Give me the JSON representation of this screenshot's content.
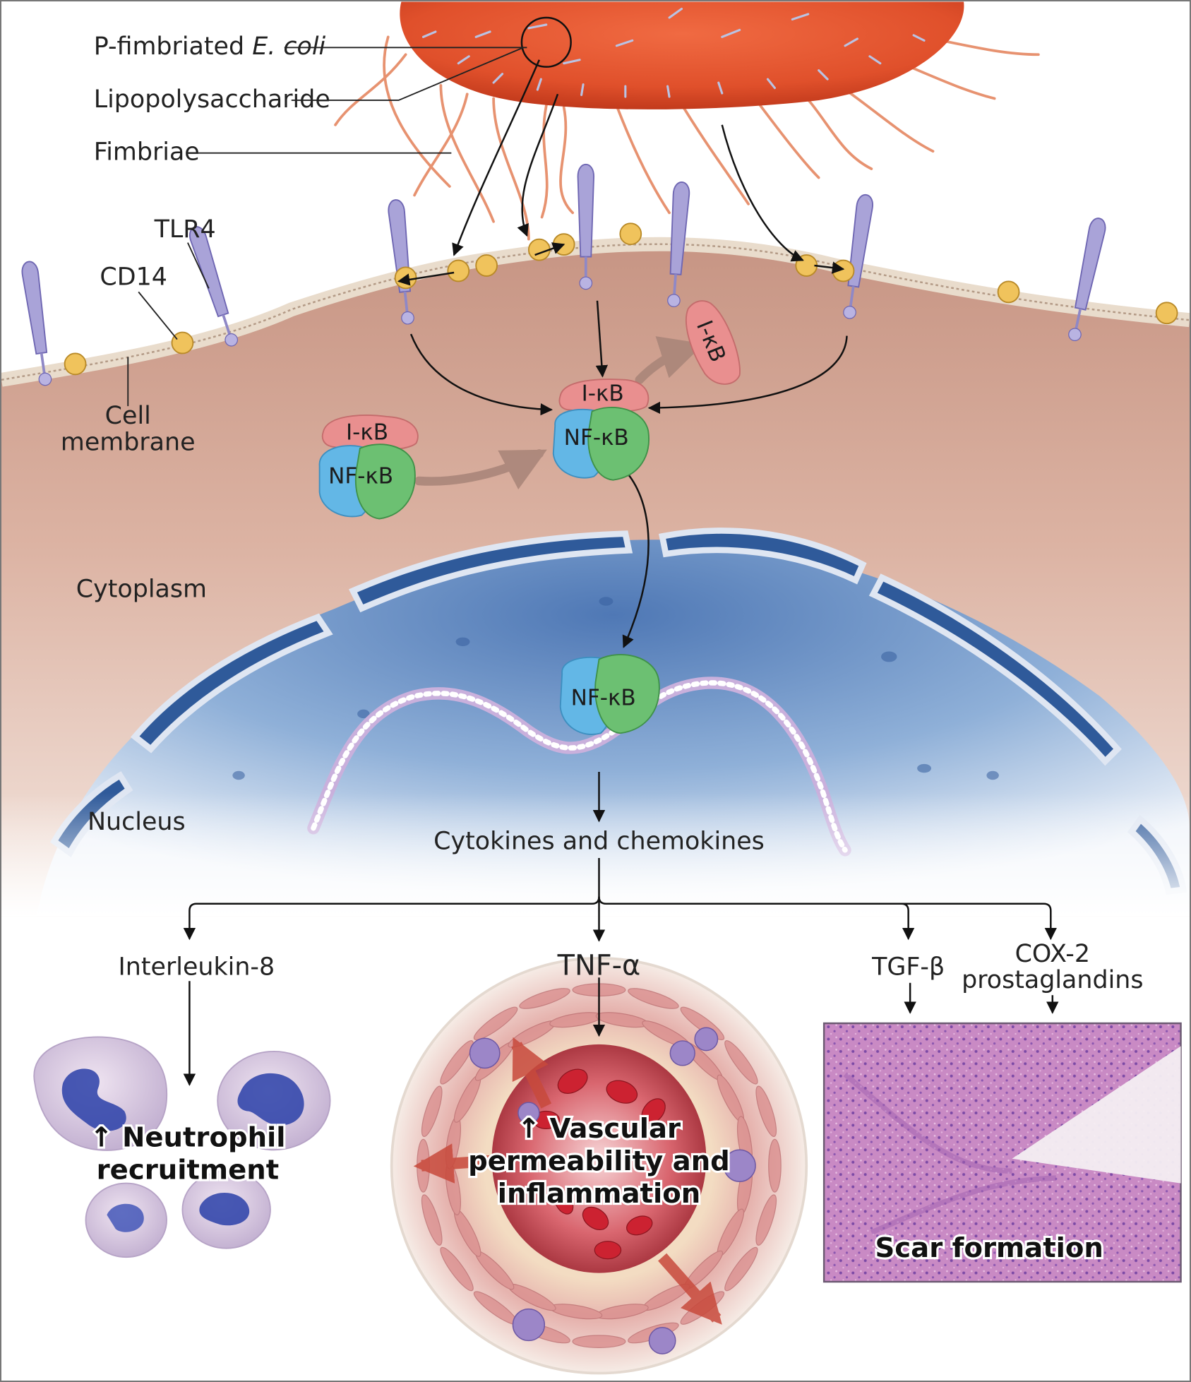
{
  "labels": {
    "bacterium": {
      "prefix": "P-fimbriated ",
      "italic": "E. coli"
    },
    "lps": "Lipopolysaccharide",
    "fimbriae": "Fimbriae",
    "tlr4": "TLR4",
    "cd14": "CD14",
    "cell_membrane": [
      "Cell",
      "membrane"
    ],
    "cytoplasm": "Cytoplasm",
    "nucleus": "Nucleus",
    "ikb": "I-κB",
    "nfkb": "NF-κB",
    "cytokines": "Cytokines and chemokines",
    "il8": "Interleukin-8",
    "tnf": "TNF-α",
    "tgf": "TGF-β",
    "cox": [
      "COX-2",
      "prostaglandins"
    ],
    "neutrophil": [
      "↑ Neutrophil",
      "recruitment"
    ],
    "vascular": [
      "↑ Vascular",
      "permeability and",
      "inflammation"
    ],
    "scar": "Scar formation"
  },
  "colors": {
    "bacterium": "#e2512c",
    "fimbriae": "#e79270",
    "cytoplasm": "#d9ad9c",
    "nucleus": "#6f93c5",
    "tlr4": "#a9a3d8",
    "cd14": "#f0c35c",
    "ikb": "#e98f8f",
    "nfkb_blue": "#63b7e6",
    "nfkb_green": "#6cc072",
    "histology": "#c98ac4"
  }
}
